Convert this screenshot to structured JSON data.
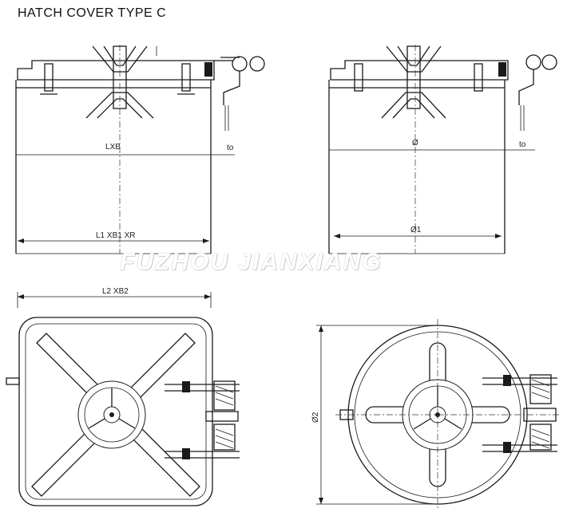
{
  "title": "HATCH COVER TYPE C",
  "watermark": "FUZHOU JIANXIANG",
  "labels": {
    "lxb": "LXB",
    "to_left": "to",
    "l1xb1xr": "L1 XB1 XR",
    "phi": "Ø",
    "to_right": "to",
    "phi1": "Ø1",
    "l2xb2": "L2 XB2",
    "phi2": "Ø2"
  }
}
